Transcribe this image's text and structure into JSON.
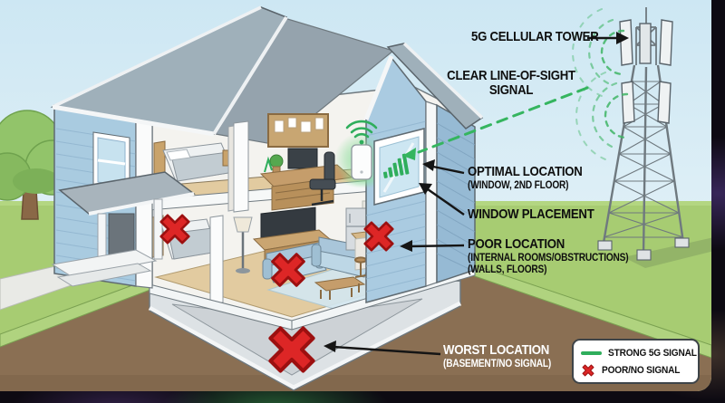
{
  "annotations": {
    "tower_label": "5G CELLULAR TOWER",
    "los_line1": "CLEAR LINE-OF-SIGHT",
    "los_line2": "SIGNAL",
    "optimal_title": "OPTIMAL LOCATION",
    "optimal_subtitle": "(WINDOW, 2ND FLOOR)",
    "window_placement_label": "WINDOW PLACEMENT",
    "poor_title": "POOR LOCATION",
    "poor_subtitle_1": "(INTERNAL ROOMS/OBSTRUCTIONS)",
    "poor_subtitle_2": "(WALLS, FLOORS)",
    "worst_title": "WORST LOCATION",
    "worst_subtitle": "(BASEMENT/NO SIGNAL)"
  },
  "legend": {
    "items": [
      {
        "icon": "strong-signal-line-icon",
        "label": "STRONG 5G SIGNAL"
      },
      {
        "icon": "poor-signal-x-icon",
        "label": "POOR/NO SIGNAL"
      }
    ]
  },
  "colors": {
    "strong_signal_green": "#2fae5c",
    "poor_signal_red": "#dd2626",
    "annotation_text": "#0e0e0e",
    "worst_text": "#ffffff",
    "sky_blue": "#d4eaf4",
    "grass_green": "#a7cc72",
    "dirt_brown": "#8a6f53",
    "siding_blue": "#aacbe1",
    "roof_gray": "#9fb0ba"
  }
}
